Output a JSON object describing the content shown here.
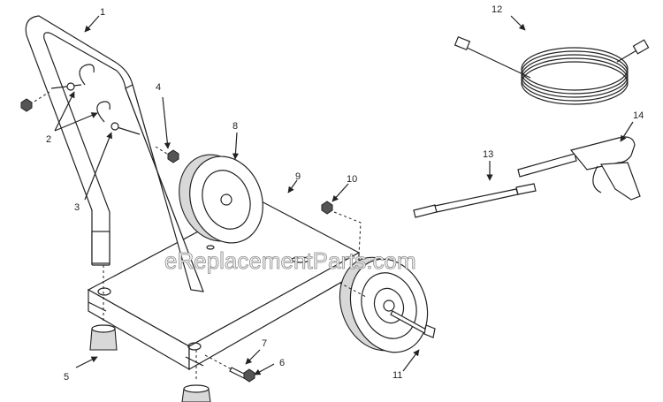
{
  "diagram": {
    "callouts": [
      "1",
      "2",
      "3",
      "4",
      "5",
      "6",
      "7",
      "8",
      "9",
      "10",
      "11",
      "12",
      "13",
      "14"
    ],
    "watermark": "eReplacementParts.com"
  }
}
